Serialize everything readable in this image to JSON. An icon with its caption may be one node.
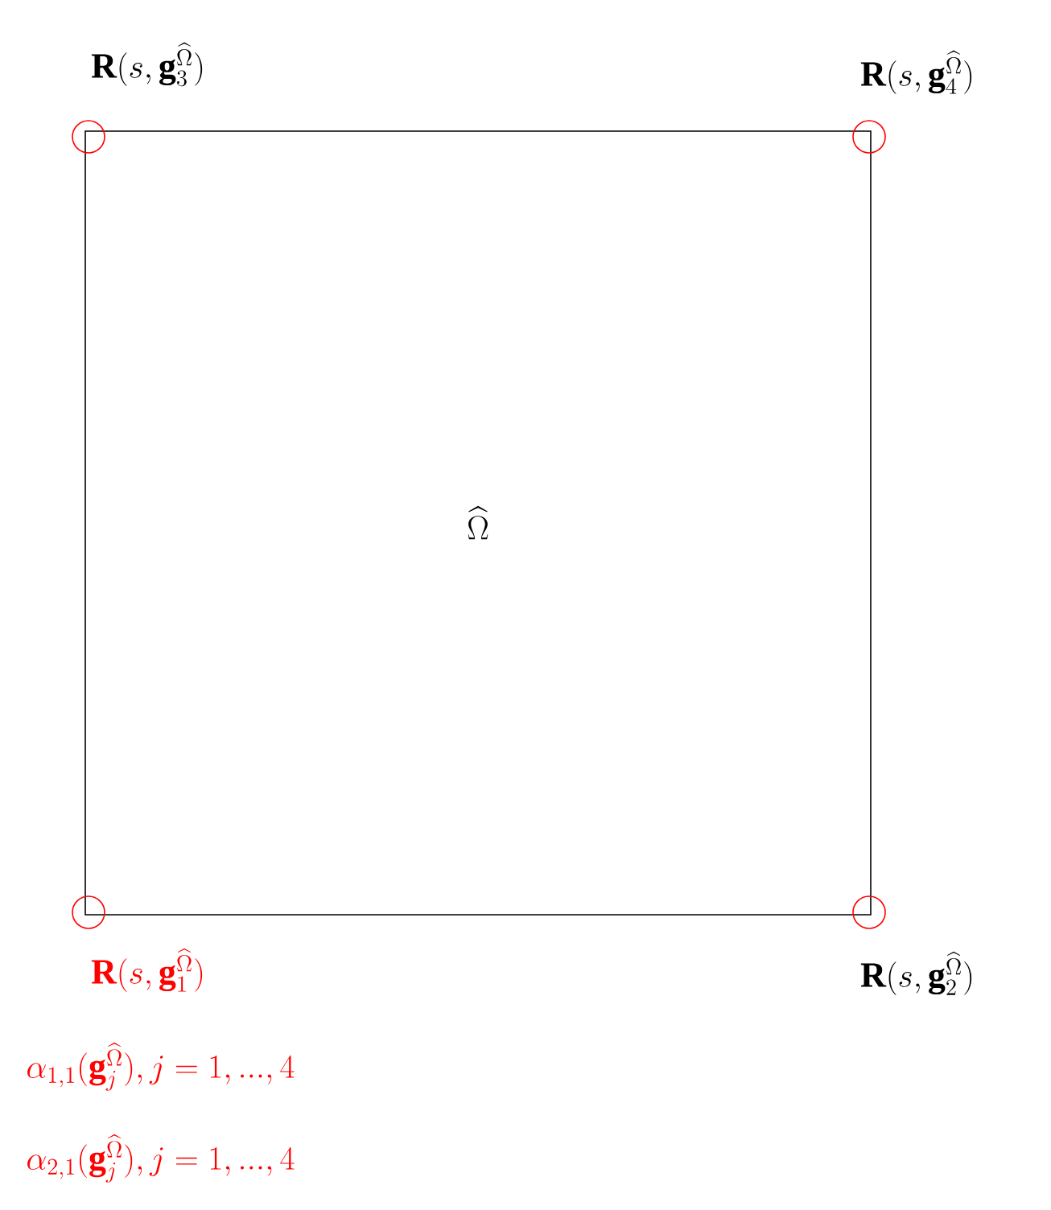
{
  "diagram": {
    "nodes": [
      {
        "text": [
          "\\widehat{\\Omega}"
        ]
      },
      {
        "text": [],
        "shape": "circle",
        "beside": [
          "\\mathbf{R}(s, \\mathbf{g}_3^{\\widehat{\\Omega}})"
        ]
      },
      {
        "text": [],
        "shape": "circle",
        "beside": [
          "\\mathbf{R}(s, \\mathbf{g}_4^{\\widehat{\\Omega}})"
        ]
      },
      {
        "text": [],
        "shape": "circle",
        "beside": [
          "\\mathbf{R}(s, \\mathbf{g}_1^{\\widehat{\\Omega}})",
          "\\alpha_{1,1}(\\mathbf{g}_j^{\\widehat{\\Omega}}), j=1,...,4",
          "\\alpha_{2,1}(\\mathbf{g}_j^{\\widehat{\\Omega}}), j=1,...,4"
        ]
      },
      {
        "text": [],
        "shape": "circle",
        "beside": [
          "\\mathbf{R}(s, \\mathbf{g}_2^{\\widehat{\\Omega}})"
        ]
      }
    ]
  }
}
